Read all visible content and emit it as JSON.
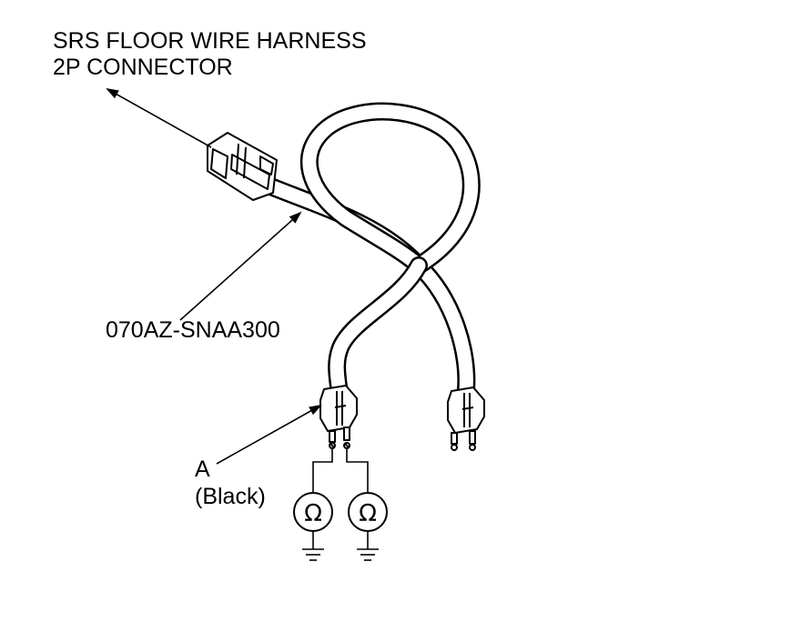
{
  "labels": {
    "harness_line1": "SRS FLOOR WIRE HARNESS",
    "harness_line2": "2P CONNECTOR",
    "part_number": "070AZ-SNAA300",
    "callout_a": "A",
    "callout_a_color": "(Black)"
  },
  "meters": {
    "symbol": "Ω",
    "count": 2
  },
  "colors": {
    "ink": "#000000",
    "background": "#ffffff"
  },
  "icons": [
    "ohmmeter-icon",
    "ground-icon",
    "connector-icon"
  ]
}
